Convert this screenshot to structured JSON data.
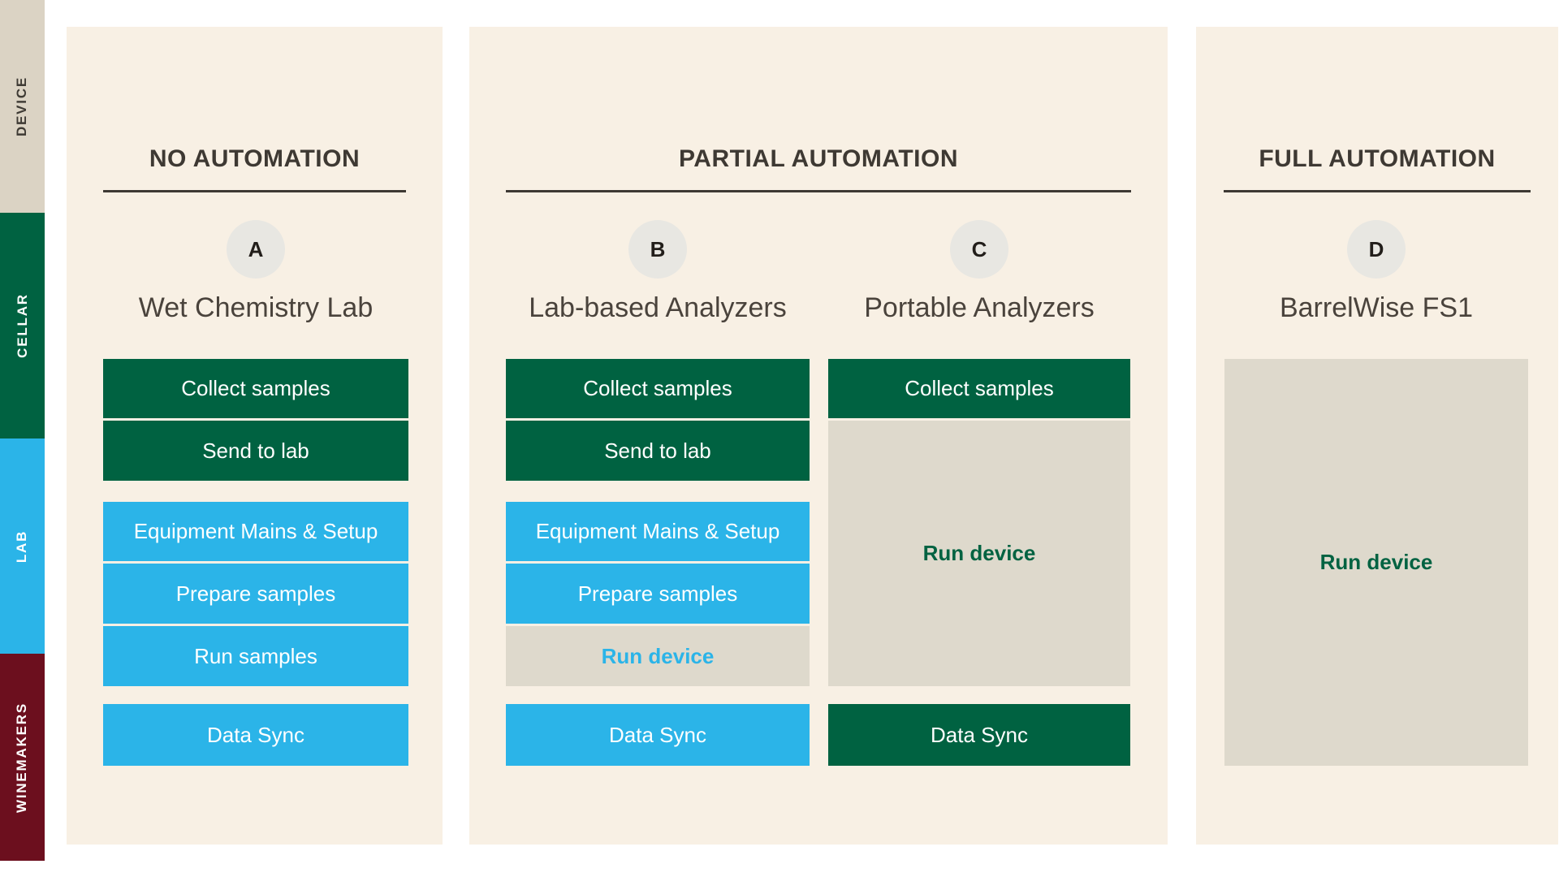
{
  "sidebar": {
    "bands": [
      {
        "label": "DEVICE",
        "bg": "#dbd3c4"
      },
      {
        "label": "CELLAR",
        "bg": "#006241"
      },
      {
        "label": "LAB",
        "bg": "#2bb4e8"
      },
      {
        "label": "WINEMAKERS",
        "bg": "#6c0f1e"
      }
    ]
  },
  "sections": [
    {
      "title": "NO AUTOMATION"
    },
    {
      "title": "PARTIAL AUTOMATION"
    },
    {
      "title": "FULL AUTOMATION"
    }
  ],
  "columns": [
    {
      "badge": "A",
      "title": "Wet Chemistry Lab",
      "steps": [
        {
          "label": "Collect samples",
          "actor": "cellar"
        },
        {
          "label": "Send to lab",
          "actor": "cellar"
        },
        {
          "label": "Equipment Mains & Setup",
          "actor": "lab"
        },
        {
          "label": "Prepare samples",
          "actor": "lab"
        },
        {
          "label": "Run samples",
          "actor": "lab"
        },
        {
          "label": "Data Sync",
          "actor": "lab"
        }
      ]
    },
    {
      "badge": "B",
      "title": "Lab-based Analyzers",
      "steps": [
        {
          "label": "Collect samples",
          "actor": "cellar"
        },
        {
          "label": "Send to lab",
          "actor": "cellar"
        },
        {
          "label": "Equipment Mains & Setup",
          "actor": "lab"
        },
        {
          "label": "Prepare samples",
          "actor": "lab"
        },
        {
          "label": "Run device",
          "actor": "device"
        },
        {
          "label": "Data Sync",
          "actor": "lab"
        }
      ]
    },
    {
      "badge": "C",
      "title": "Portable Analyzers",
      "steps": [
        {
          "label": "Collect samples",
          "actor": "cellar"
        },
        {
          "label": "Run device",
          "actor": "device"
        },
        {
          "label": "Data Sync",
          "actor": "cellar"
        }
      ]
    },
    {
      "badge": "D",
      "title": "BarrelWise FS1",
      "steps": [
        {
          "label": "Run device",
          "actor": "device"
        }
      ]
    }
  ],
  "colors": {
    "panel_cream": "#f8f0e4",
    "cellar_green": "#006241",
    "lab_blue": "#2bb4e8",
    "winemakers_maroon": "#6c0f1e",
    "device_beige": "#dbd3c4",
    "device_gray_box": "#ded9cc",
    "heading_dark": "#3e3933",
    "badge_gray": "#e8e7e2"
  }
}
